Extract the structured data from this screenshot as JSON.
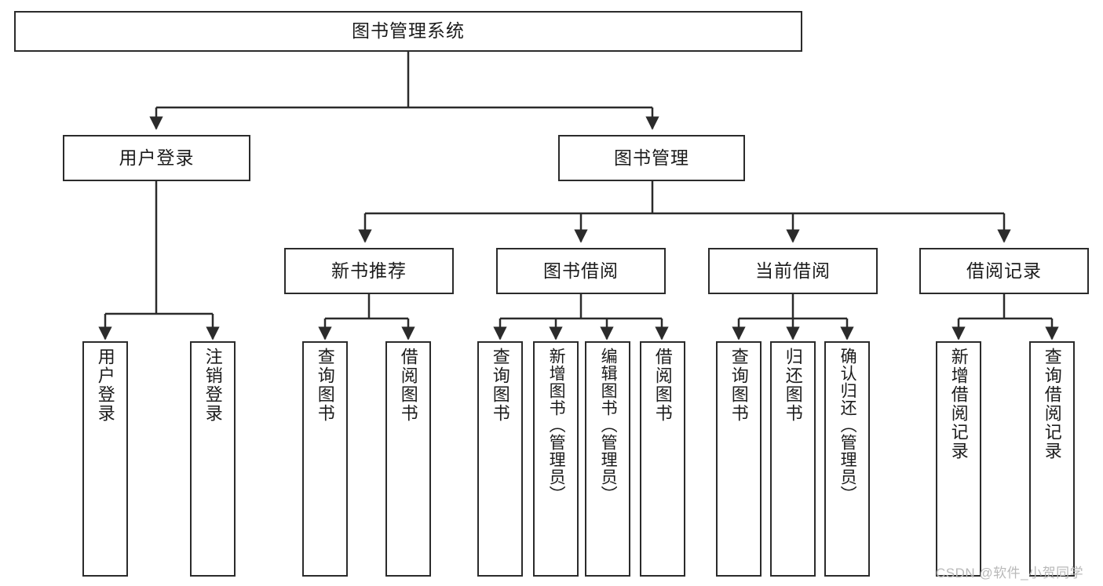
{
  "diagram": {
    "title": "图书管理系统",
    "type": "tree-hierarchy",
    "watermark": "CSDN @软件_小贺同学",
    "colors": {
      "stroke": "#2b2b2b",
      "fill": "#ffffff",
      "text": "#1b1b1b",
      "watermark": "#b9b9b9"
    },
    "nodes": {
      "root": {
        "label": "图书管理系统"
      },
      "level2": [
        {
          "id": "user-login",
          "label": "用户登录"
        },
        {
          "id": "book-manage",
          "label": "图书管理"
        }
      ],
      "level3": [
        {
          "id": "new-book-rec",
          "label": "新书推荐"
        },
        {
          "id": "book-borrow",
          "label": "图书借阅"
        },
        {
          "id": "current-borrow",
          "label": "当前借阅"
        },
        {
          "id": "borrow-record",
          "label": "借阅记录"
        }
      ],
      "leaves": {
        "user_login": [
          {
            "id": "leaf-user-login",
            "label": "用户登录"
          },
          {
            "id": "leaf-logout",
            "label": "注销登录"
          }
        ],
        "new_book_rec": [
          {
            "id": "leaf-query-book-1",
            "label": "查询图书"
          },
          {
            "id": "leaf-borrow-book-1",
            "label": "借阅图书"
          }
        ],
        "book_borrow": [
          {
            "id": "leaf-query-book-2",
            "label": "查询图书"
          },
          {
            "id": "leaf-add-book",
            "label": "新增图书（管理员）"
          },
          {
            "id": "leaf-edit-book",
            "label": "编辑图书（管理员）"
          },
          {
            "id": "leaf-borrow-book-2",
            "label": "借阅图书"
          }
        ],
        "current_borrow": [
          {
            "id": "leaf-query-book-3",
            "label": "查询图书"
          },
          {
            "id": "leaf-return-book",
            "label": "归还图书"
          },
          {
            "id": "leaf-confirm-return",
            "label": "确认归还（管理员）"
          }
        ],
        "borrow_record": [
          {
            "id": "leaf-add-record",
            "label": "新增借阅记录"
          },
          {
            "id": "leaf-query-record",
            "label": "查询借阅记录"
          }
        ]
      }
    }
  }
}
